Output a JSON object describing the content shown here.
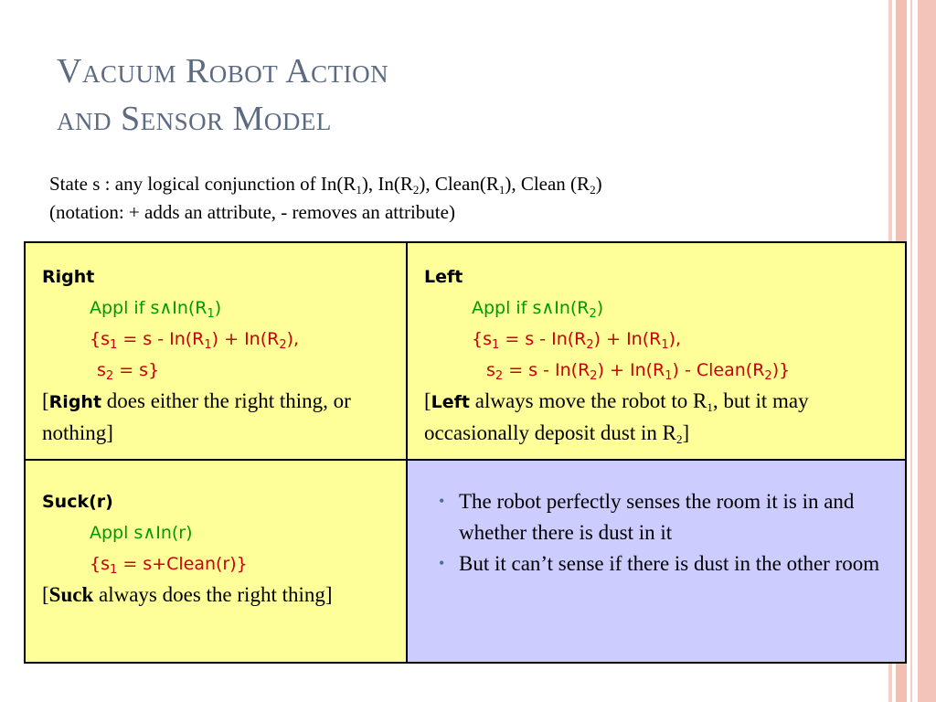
{
  "title": [
    "Vacuum Robot Action",
    "and Sensor Model"
  ],
  "intro": {
    "line1": [
      {
        "t": "State s : any logical conjunction of In(R"
      },
      {
        "t": "1",
        "sub": true
      },
      {
        "t": "), In(R"
      },
      {
        "t": "2",
        "sub": true
      },
      {
        "t": "), Clean(R"
      },
      {
        "t": "1",
        "sub": true
      },
      {
        "t": "), Clean (R"
      },
      {
        "t": "2",
        "sub": true
      },
      {
        "t": ")"
      }
    ],
    "line2": "(notation: + adds an attribute, - removes an attribute)"
  },
  "actions": {
    "right": {
      "name": "Right",
      "appl": [
        {
          "t": "Appl if s∧In(R"
        },
        {
          "t": "1",
          "sub": true
        },
        {
          "t": ")"
        }
      ],
      "effect1": [
        {
          "t": "{s"
        },
        {
          "t": "1",
          "sub": true
        },
        {
          "t": " = s - In(R"
        },
        {
          "t": "1",
          "sub": true
        },
        {
          "t": ") + In(R"
        },
        {
          "t": "2",
          "sub": true
        },
        {
          "t": "),"
        }
      ],
      "effect2": [
        {
          "t": "s"
        },
        {
          "t": "2",
          "sub": true
        },
        {
          "t": " = s}"
        }
      ],
      "note": [
        {
          "t": "["
        },
        {
          "t": "Right",
          "b": true
        },
        {
          "t": " does either the right thing, or nothing]"
        }
      ]
    },
    "left": {
      "name": "Left",
      "appl": [
        {
          "t": "Appl if s∧In(R"
        },
        {
          "t": "2",
          "sub": true
        },
        {
          "t": ")"
        }
      ],
      "effect1": [
        {
          "t": "{s"
        },
        {
          "t": "1",
          "sub": true
        },
        {
          "t": " = s - In(R"
        },
        {
          "t": "2",
          "sub": true
        },
        {
          "t": ") + In(R"
        },
        {
          "t": "1",
          "sub": true
        },
        {
          "t": "),"
        }
      ],
      "effect2": [
        {
          "t": "s"
        },
        {
          "t": "2",
          "sub": true
        },
        {
          "t": " = s - In(R"
        },
        {
          "t": "2",
          "sub": true
        },
        {
          "t": ") + In(R"
        },
        {
          "t": "1",
          "sub": true
        },
        {
          "t": ") - Clean(R"
        },
        {
          "t": "2",
          "sub": true
        },
        {
          "t": ")}"
        }
      ],
      "note": [
        {
          "t": "["
        },
        {
          "t": "Left",
          "b": true
        },
        {
          "t": " always move the robot to R"
        },
        {
          "t": "1",
          "sub": true
        },
        {
          "t": ", but it may occasionally deposit dust in R"
        },
        {
          "t": "2",
          "sub": true
        },
        {
          "t": "]"
        }
      ]
    },
    "suck": {
      "name": "Suck(r)",
      "appl": [
        {
          "t": "Appl s∧In(r)"
        }
      ],
      "effect1": [
        {
          "t": "{s"
        },
        {
          "t": "1",
          "sub": true
        },
        {
          "t": " = s+Clean(r)}"
        }
      ],
      "note": [
        {
          "t": "["
        },
        {
          "t": "Suck",
          "b": true,
          "serif": true
        },
        {
          "t": " always does the right thing]"
        }
      ]
    }
  },
  "sensor": {
    "bullets": [
      "The robot perfectly senses the room it is in and whether there is dust in it",
      "But it can’t sense if there is dust in the other room"
    ]
  },
  "colors": {
    "title": "#5c6b82",
    "cell_yellow": "#ffff99",
    "cell_lavender": "#ccccff",
    "applicability": "#009900",
    "effect": "#cc0000",
    "bullet": "#4a6ea0"
  }
}
